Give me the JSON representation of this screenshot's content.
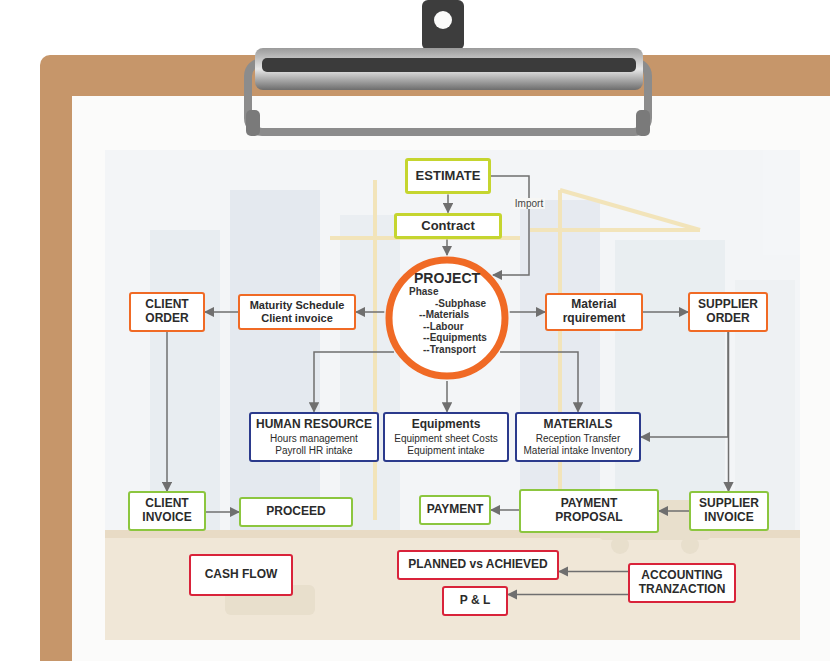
{
  "diagram": {
    "nodes": [
      {
        "text": [
          "ESTIMATE"
        ]
      },
      {
        "text": [
          "Contract"
        ]
      },
      {
        "text": [
          "PROJECT",
          "Phase",
          "-Subphase",
          "--Materials",
          "--Labour",
          "--Equipments",
          "--Transport"
        ]
      },
      {
        "text": [
          "CLIENT ORDER"
        ]
      },
      {
        "text": [
          "Maturity Schedule Client invoice"
        ]
      },
      {
        "text": [
          "Material rquirement"
        ]
      },
      {
        "text": [
          "SUPPLIER ORDER"
        ]
      },
      {
        "text": [
          "HUMAN RESOURCE",
          "Hours management Payroll HR intake"
        ]
      },
      {
        "text": [
          "Equipments",
          "Equipment sheet Costs Equipment intake"
        ]
      },
      {
        "text": [
          "MATERIALS",
          "Reception Transfer Material intake Inventory"
        ]
      },
      {
        "text": [
          "CLIENT INVOICE"
        ]
      },
      {
        "text": [
          "PROCEED"
        ]
      },
      {
        "text": [
          "PAYMENT"
        ]
      },
      {
        "text": [
          "PAYMENT PROPOSAL"
        ]
      },
      {
        "text": [
          "SUPPLIER INVOICE"
        ]
      },
      {
        "text": [
          "CASH FLOW"
        ]
      },
      {
        "text": [
          "PLANNED vs ACHIEVED"
        ]
      },
      {
        "text": [
          "ACCOUNTING TRANZACTION"
        ]
      },
      {
        "text": [
          "P & L"
        ]
      }
    ],
    "edges": [
      {
        "from": 0,
        "to": 1,
        "arrow": "to"
      },
      {
        "from": 0,
        "to": 2,
        "label": "Import",
        "arrow": "to"
      },
      {
        "from": 1,
        "to": 2,
        "arrow": "to"
      },
      {
        "from": 2,
        "to": 4,
        "arrow": "to"
      },
      {
        "from": 4,
        "to": 3,
        "arrow": "to"
      },
      {
        "from": 2,
        "to": 5,
        "arrow": "to"
      },
      {
        "from": 5,
        "to": 6,
        "arrow": "to"
      },
      {
        "from": 2,
        "to": 7,
        "arrow": "to"
      },
      {
        "from": 2,
        "to": 8,
        "arrow": "to"
      },
      {
        "from": 2,
        "to": 9,
        "arrow": "to"
      },
      {
        "from": 3,
        "to": 10,
        "arrow": "to"
      },
      {
        "from": 10,
        "to": 11,
        "arrow": "to"
      },
      {
        "from": 6,
        "to": 9,
        "arrow": "to"
      },
      {
        "from": 6,
        "to": 14,
        "arrow": "to"
      },
      {
        "from": 14,
        "to": 13,
        "arrow": "to"
      },
      {
        "from": 13,
        "to": 12,
        "arrow": "to"
      },
      {
        "from": 17,
        "to": 16,
        "arrow": "to"
      },
      {
        "from": 17,
        "to": 18,
        "arrow": "to"
      }
    ]
  }
}
